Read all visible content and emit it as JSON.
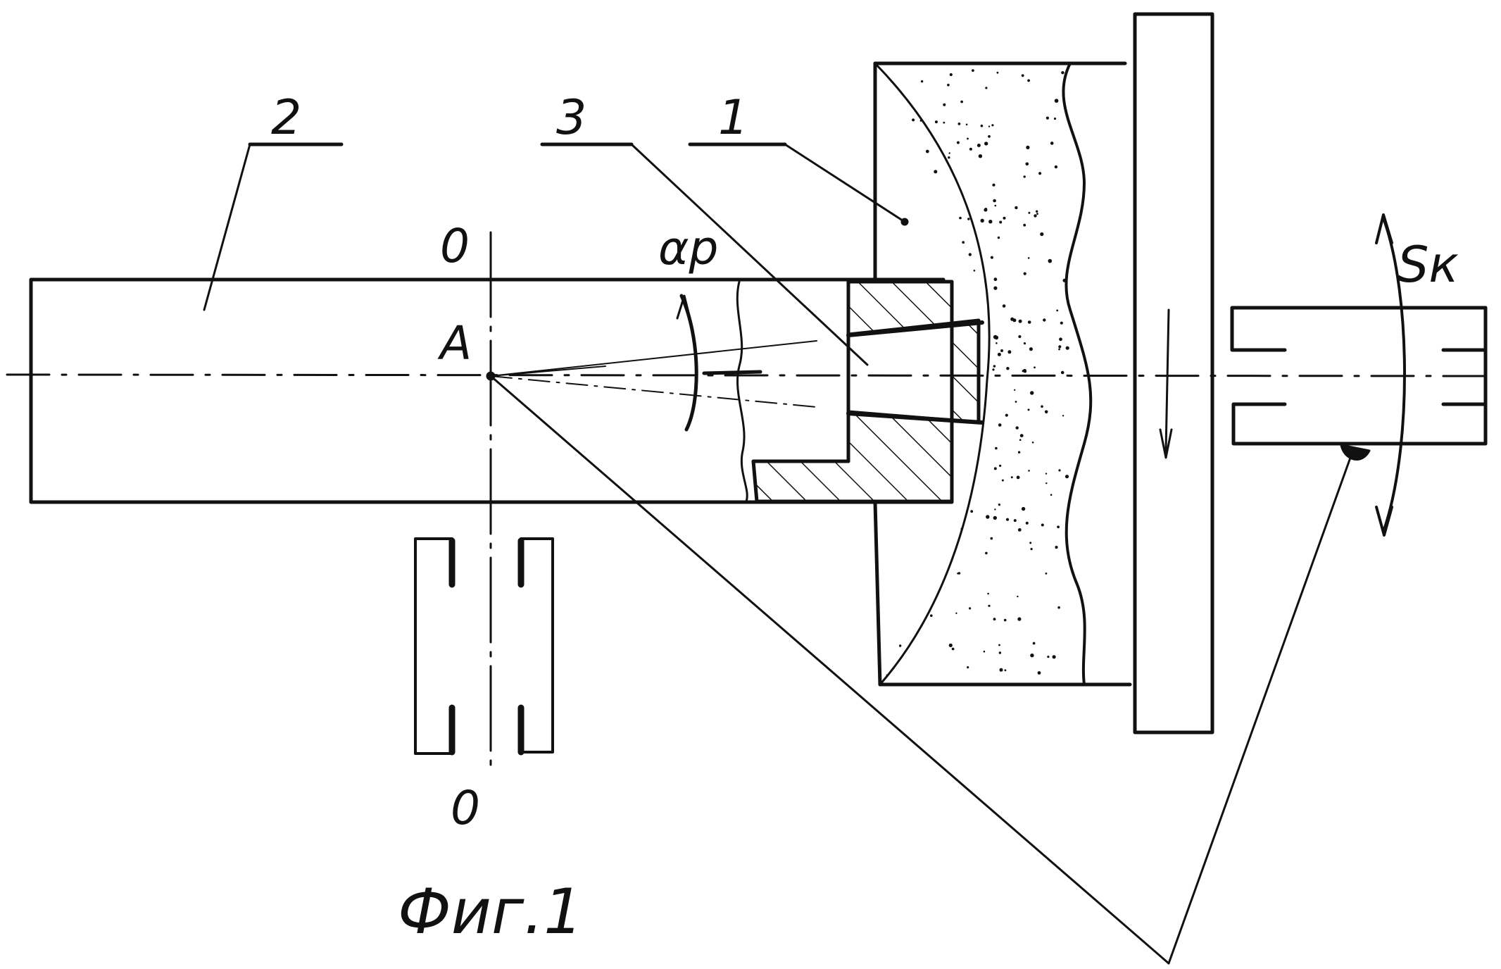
{
  "labels": {
    "part_1": "1",
    "part_2": "2",
    "part_3": "3",
    "axis_top": "0",
    "axis_bottom": "0",
    "point_a": "A",
    "angle": "αp",
    "feed": "Sк",
    "caption": "Фиг.1"
  },
  "colors": {
    "ink": "#111111",
    "paper": "#ffffff"
  }
}
